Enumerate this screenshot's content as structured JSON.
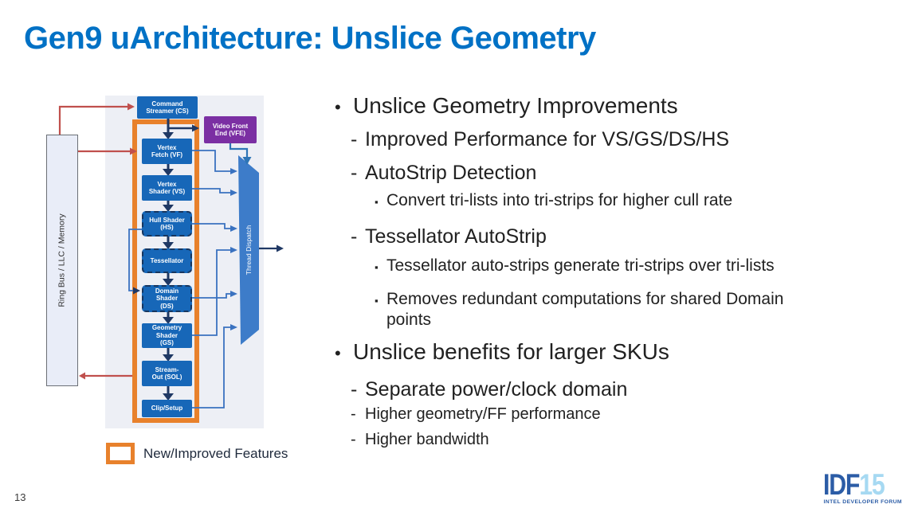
{
  "slide": {
    "title": "Gen9 uArchitecture: Unslice Geometry",
    "page_number": "13"
  },
  "colors": {
    "title_blue": "#0071c5",
    "block_blue": "#1767b8",
    "dispatch_blue": "#3d7cc9",
    "vfe_purple": "#7b2fa3",
    "highlight_orange": "#e8812c",
    "arrow_red": "#c0504d",
    "connector_blue": "#3a72c0",
    "arrow_navy": "#1f3864"
  },
  "diagram": {
    "ring_bus_label": "Ring Bus / LLC / Memory",
    "blocks": {
      "cs": "Command\nStreamer (CS)",
      "vfe": "Video Front\nEnd (VFE)",
      "vf": "Vertex\nFetch (VF)",
      "vs": "Vertex\nShader (VS)",
      "hs": "Hull Shader\n(HS)",
      "tess": "Tessellator",
      "ds": "Domain\nShader\n(DS)",
      "gs": "Geometry\nShader\n(GS)",
      "sol": "Stream-\nOut (SOL)",
      "clip": "Clip/Setup"
    },
    "thread_dispatch_label": "Thread Dispatch",
    "legend_label": "New/Improved Features"
  },
  "bullets": {
    "markers": {
      "l1": "•",
      "l2": "-",
      "l3": "▪"
    },
    "items": [
      {
        "level": 1,
        "text": "Unslice Geometry Improvements"
      },
      {
        "level": 2,
        "text": "Improved Performance for VS/GS/DS/HS"
      },
      {
        "level": 2,
        "text": "AutoStrip Detection"
      },
      {
        "level": 3,
        "text": "Convert tri-lists into tri-strips for higher cull rate"
      },
      {
        "level": 2,
        "text": "Tessellator AutoStrip"
      },
      {
        "level": 3,
        "text": "Tessellator auto-strips generate tri-strips over tri-lists"
      },
      {
        "level": 3,
        "text": "Removes redundant computations for shared Domain points"
      },
      {
        "level": 1,
        "text": "Unslice benefits for larger SKUs"
      },
      {
        "level": 2,
        "text": "Separate power/clock domain"
      },
      {
        "level": 2,
        "text": "Higher geometry/FF performance"
      },
      {
        "level": 2,
        "text": "Higher bandwidth"
      }
    ]
  },
  "footer": {
    "logo_main": "IDF",
    "logo_year": "15",
    "logo_subtitle": "INTEL DEVELOPER FORUM"
  }
}
